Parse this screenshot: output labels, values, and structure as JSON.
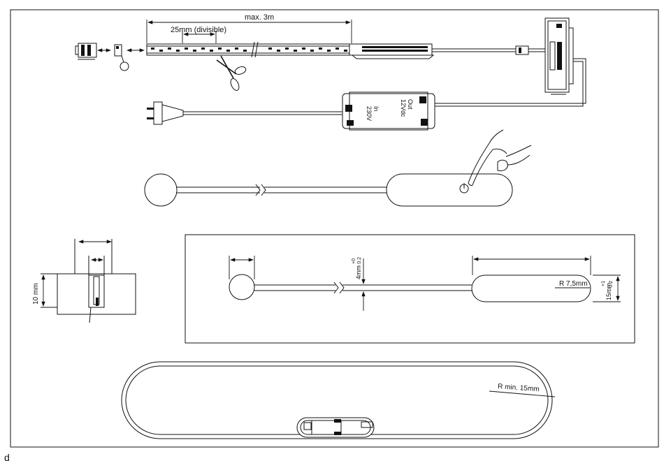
{
  "labels": {
    "max_length": "max. 3m",
    "divisible": "25mm  (divisible)",
    "driver_in": "In",
    "driver_in_voltage": "230V",
    "driver_out": "Out",
    "driver_out_voltage": "12Vdc",
    "depth": "10 mm",
    "cable_dia": "4mm",
    "cable_tol_plus": "+0",
    "cable_tol_minus": "- 0.2",
    "radius": "R 7,5mm",
    "height": "15mm",
    "height_tol_plus": "+1",
    "height_tol_minus": "- 0.2",
    "min_radius": "R min. 15mm",
    "footer_glyph": "d"
  },
  "icons": {
    "power": "power-icon",
    "scissors": "scissors-icon",
    "hand": "hand-icon",
    "plug": "plug-icon"
  }
}
